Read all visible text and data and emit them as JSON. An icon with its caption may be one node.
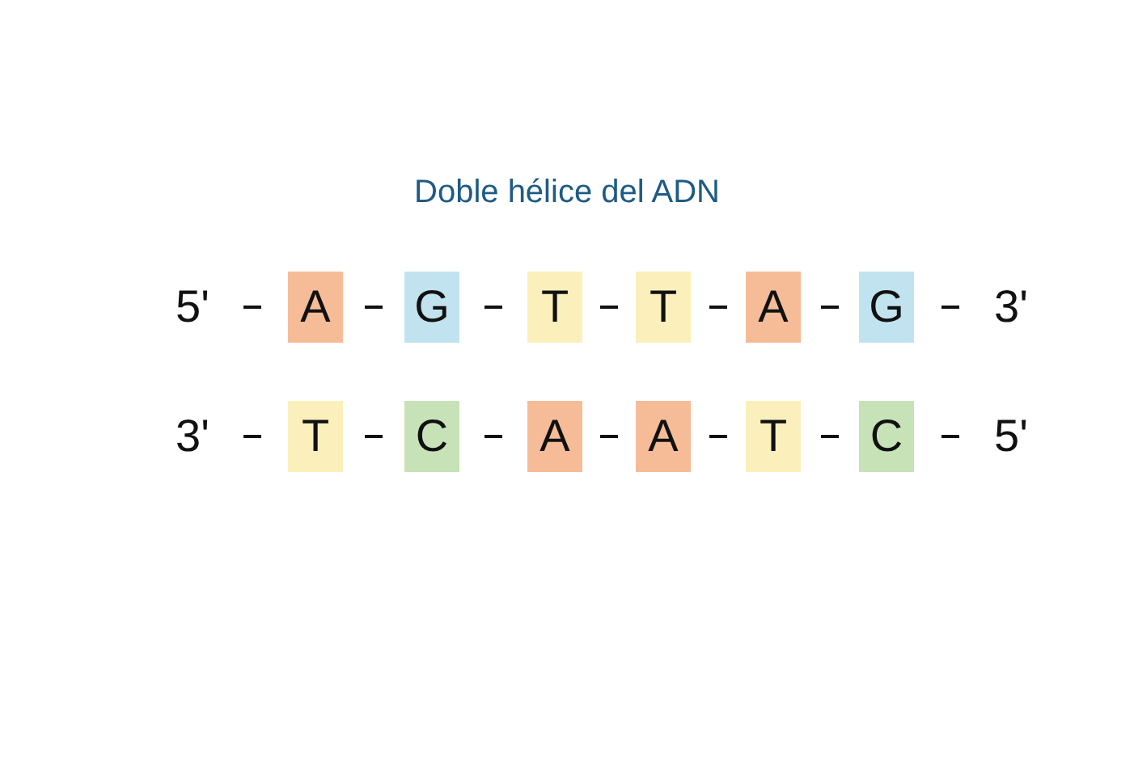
{
  "diagram": {
    "title": "Doble hélice del ADN",
    "nodes": [
      {
        "text": [
          "5'"
        ]
      },
      {
        "text": [
          "A"
        ]
      },
      {
        "text": [
          "G"
        ]
      },
      {
        "text": [
          "T"
        ]
      },
      {
        "text": [
          "T"
        ]
      },
      {
        "text": [
          "A"
        ]
      },
      {
        "text": [
          "G"
        ]
      },
      {
        "text": [
          "3'"
        ]
      },
      {
        "text": [
          "3'"
        ]
      },
      {
        "text": [
          "T"
        ]
      },
      {
        "text": [
          "C"
        ]
      },
      {
        "text": [
          "A"
        ]
      },
      {
        "text": [
          "A"
        ]
      },
      {
        "text": [
          "T"
        ]
      },
      {
        "text": [
          "C"
        ]
      },
      {
        "text": [
          "5'"
        ]
      }
    ],
    "edges": [
      {
        "from": 0,
        "to": 1,
        "arrow": "none"
      },
      {
        "from": 1,
        "to": 2,
        "arrow": "none"
      },
      {
        "from": 2,
        "to": 3,
        "arrow": "none"
      },
      {
        "from": 3,
        "to": 4,
        "arrow": "none"
      },
      {
        "from": 4,
        "to": 5,
        "arrow": "none"
      },
      {
        "from": 5,
        "to": 6,
        "arrow": "none"
      },
      {
        "from": 6,
        "to": 7,
        "arrow": "none"
      },
      {
        "from": 8,
        "to": 9,
        "arrow": "none"
      },
      {
        "from": 9,
        "to": 10,
        "arrow": "none"
      },
      {
        "from": 10,
        "to": 11,
        "arrow": "none"
      },
      {
        "from": 11,
        "to": 12,
        "arrow": "none"
      },
      {
        "from": 12,
        "to": 13,
        "arrow": "none"
      },
      {
        "from": 13,
        "to": 14,
        "arrow": "none"
      },
      {
        "from": 14,
        "to": 15,
        "arrow": "none"
      }
    ]
  }
}
